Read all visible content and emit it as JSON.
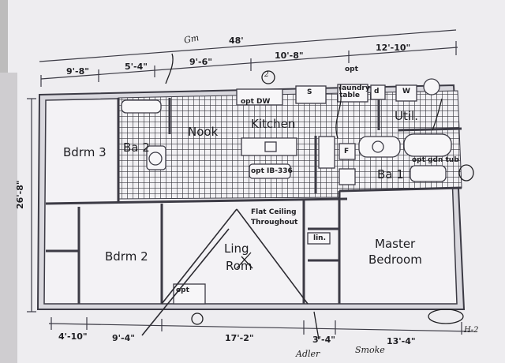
{
  "overall": {
    "width": "48'",
    "depth": "26'-8\""
  },
  "top_dims": [
    "9'-8\"",
    "5'-4\"",
    "9'-6\"",
    "10'-8\"",
    "12'-10\""
  ],
  "bottom_dims": [
    "4'-10\"",
    "9'-4\"",
    "17'-2\"",
    "3'-4\"",
    "13'-4\""
  ],
  "rooms": {
    "bdrm3": "Bdrm 3",
    "ba2": "Ba 2",
    "nook": "Nook",
    "kitchen": "Kitchen",
    "util": "Util.",
    "ba1": "Ba 1",
    "bdrm2": "Bdrm 2",
    "living_line1": "Ling",
    "living_line2": "Rom",
    "master_line1": "Master",
    "master_line2": "Bedroom"
  },
  "notes": {
    "opt_top": "opt",
    "opt_dw": "opt DW",
    "laundry_table": "laundry table",
    "opt_ib": "opt IB-336",
    "opt_gdn_tub": "opt gdn tub",
    "flat_ceiling_1": "Flat Ceiling",
    "flat_ceiling_2": "Throughout",
    "linen": "lin.",
    "opt_closet": "opt",
    "s": "S",
    "d": "d",
    "w": "W",
    "f": "F"
  },
  "handwritten": {
    "top": "Gm",
    "bottom_left": "Adler",
    "bottom_right": "Smoke",
    "top_circle": "2",
    "right_corner": "H-2"
  },
  "colors": {
    "paper": "#eeedf0",
    "ink": "#3c3b45",
    "wall": "#d9d8de",
    "background": "#bdbcbc"
  }
}
